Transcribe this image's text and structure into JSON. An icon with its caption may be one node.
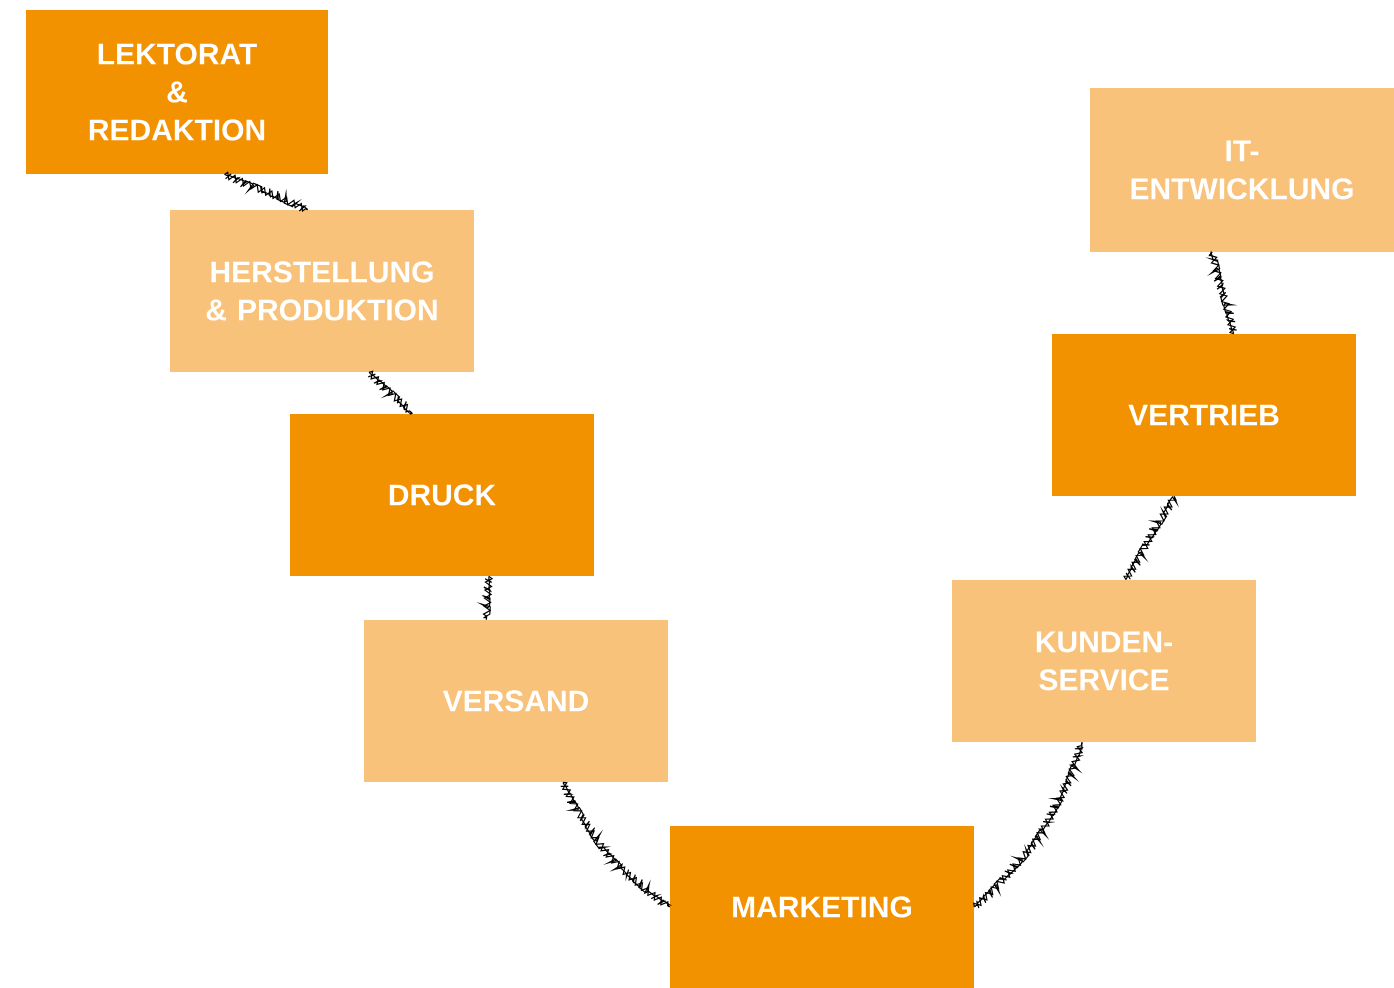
{
  "diagram": {
    "nodes": [
      {
        "text": [
          "LEKTORAT & REDAKTION"
        ]
      },
      {
        "text": [
          "HERSTELLUNG & PRODUKTION"
        ]
      },
      {
        "text": [
          "DRUCK"
        ]
      },
      {
        "text": [
          "VERSAND"
        ]
      },
      {
        "text": [
          "MARKETING"
        ]
      },
      {
        "text": [
          "KUNDEN-SERVICE"
        ]
      },
      {
        "text": [
          "VERTRIEB"
        ]
      },
      {
        "text": [
          "IT-ENTWICKLUNG"
        ]
      }
    ],
    "edges": [
      {
        "from": 0,
        "to": 1,
        "arrow": "none"
      },
      {
        "from": 1,
        "to": 2,
        "arrow": "none"
      },
      {
        "from": 2,
        "to": 3,
        "arrow": "none"
      },
      {
        "from": 3,
        "to": 4,
        "arrow": "none"
      },
      {
        "from": 4,
        "to": 5,
        "arrow": "none"
      },
      {
        "from": 5,
        "to": 6,
        "arrow": "none"
      },
      {
        "from": 6,
        "to": 7,
        "arrow": "none"
      }
    ]
  }
}
